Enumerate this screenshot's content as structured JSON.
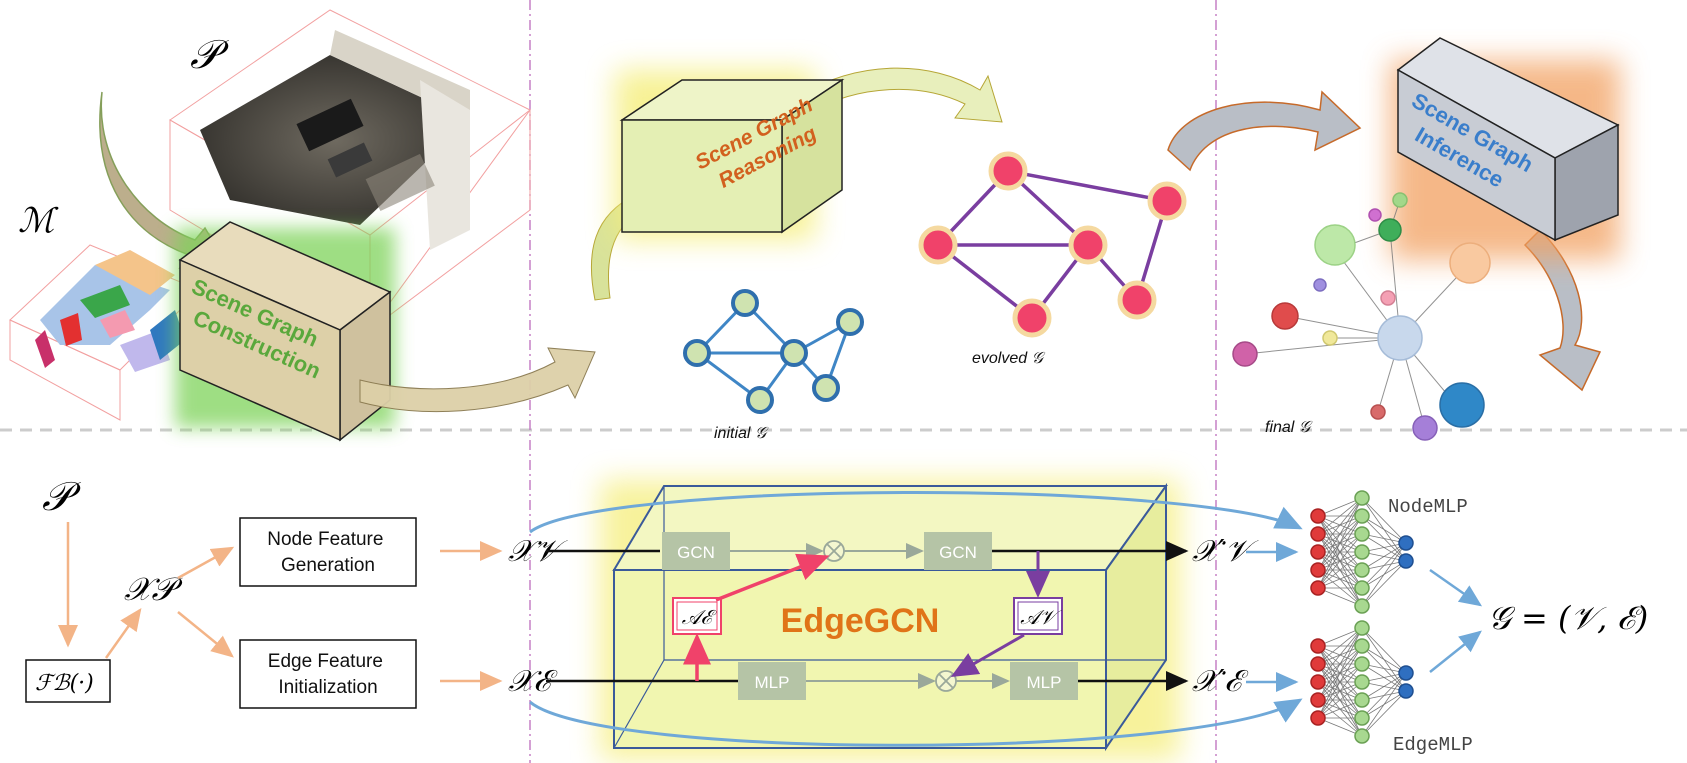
{
  "top": {
    "point_cloud_symbol": "𝒫",
    "mesh_symbol": "ℳ",
    "construction_block": "Scene Graph\nConstruction",
    "reasoning_block": "Scene Graph\nReasoning",
    "inference_block": "Scene Graph\nInference",
    "initial_caption": "initial",
    "evolved_caption": "evolved",
    "final_caption": "final",
    "graph_symbol": "𝒢"
  },
  "bottom": {
    "input_symbol": "𝒫",
    "backbone_fn": "ℱℬ(·)",
    "point_features": "𝒳𝒫",
    "node_feature_box": "Node Feature\nGeneration",
    "edge_feature_box": "Edge Feature\nInitialization",
    "node_features": "𝒳𝒱",
    "edge_features": "𝒳ℰ",
    "gcn1": "GCN",
    "gcn2": "GCN",
    "mlp1": "MLP",
    "mlp2": "MLP",
    "edge_attention": "𝒜ℰ",
    "node_attention": "𝒜𝒱",
    "edgegcn_title": "EdgeGCN",
    "node_features_out": "𝒳′𝒱",
    "edge_features_out": "𝒳′ℰ",
    "node_mlp": "NodeMLP",
    "edge_mlp": "EdgeMLP",
    "graph_eq": "𝒢  =  (𝒱, ℰ)"
  },
  "colors": {
    "construction_block": "#ddd0a8",
    "construction_glow": "#7ed35a",
    "reasoning_block": "#e4efb4",
    "reasoning_glow": "#f5ee7a",
    "inference_block": "#c8ccd4",
    "inference_glow": "#f2a060",
    "initial_node": "#cfe3b0",
    "initial_edge": "#3f86c6",
    "evolved_node": "#f0426a",
    "evolved_edge": "#7a3ea0",
    "edgegcn_box": "#f1f6b0",
    "edgegcn_title": "#e07418",
    "arrow_orange": "#f3b487",
    "arrow_blue": "#6fa8d8",
    "attn_red": "#f0426a",
    "attn_purple": "#7a3ea0"
  }
}
